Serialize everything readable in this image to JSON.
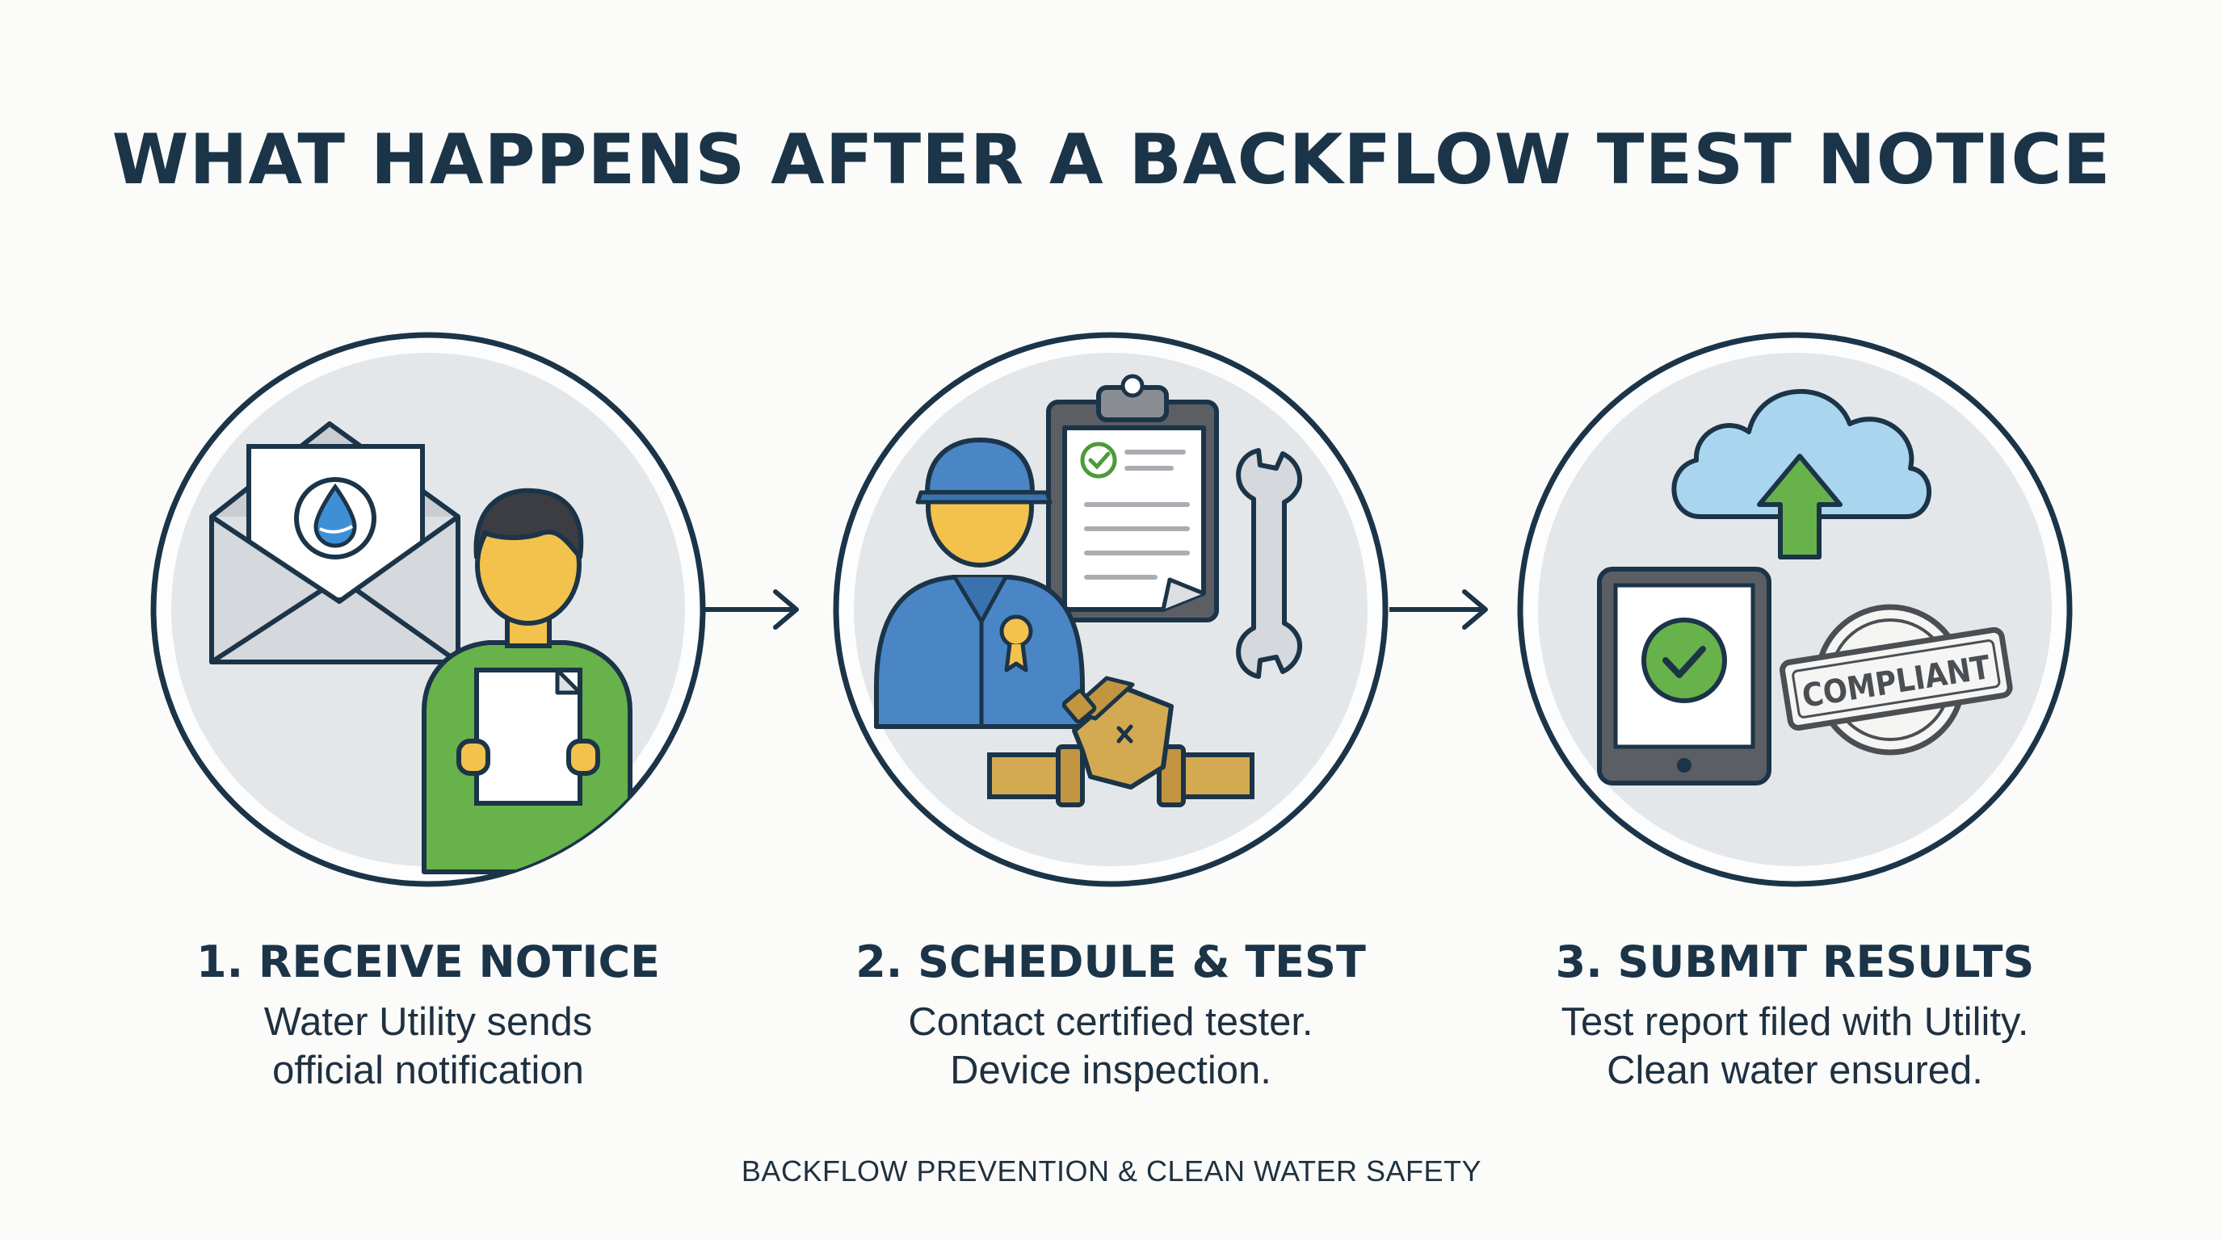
{
  "title": "WHAT HAPPENS AFTER A BACKFLOW TEST NOTICE",
  "steps": [
    {
      "title": "1. RECEIVE NOTICE",
      "description_lines": [
        "Water Utility sends",
        "official notification"
      ]
    },
    {
      "title": "2. SCHEDULE & TEST",
      "description_lines": [
        "Contact certified tester.",
        "Device inspection."
      ]
    },
    {
      "title": "3. SUBMIT RESULTS",
      "description_lines": [
        "Test report filed with Utility.",
        "Clean water ensured."
      ]
    }
  ],
  "stamp_text": "COMPLIANT",
  "footer": "BACKFLOW PREVENTION & CLEAN WATER SAFETY",
  "colors": {
    "navy": "#1b3448",
    "circle_fill": "#e4e7ea",
    "green": "#67b24a",
    "blue": "#4a86c6",
    "skin": "#f2c24d",
    "brass": "#d3aa52",
    "cloud": "#a9d6ee",
    "water": "#3f8fd6"
  },
  "icons": [
    "envelope-icon",
    "water-drop-icon",
    "person-icon",
    "document-icon",
    "arrow-right-icon",
    "technician-icon",
    "clipboard-icon",
    "wrench-icon",
    "backflow-valve-icon",
    "cloud-upload-icon",
    "tablet-check-icon",
    "compliant-stamp-icon"
  ]
}
